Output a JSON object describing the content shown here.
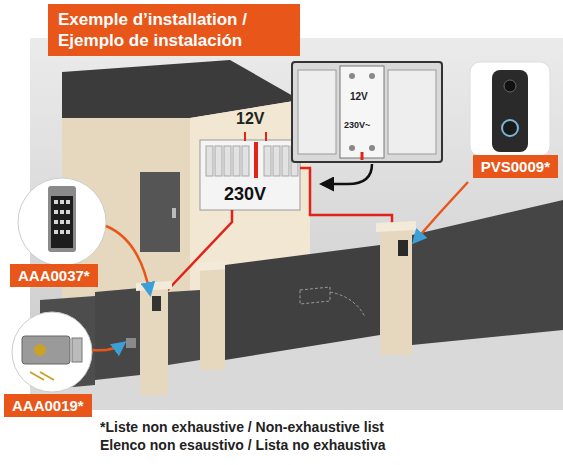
{
  "diagram": {
    "title": "Exemple d’installation / Ejemplo de instalación",
    "caption": "*Liste non exhaustive / Non-exhaustive list Elenco non esaustivo / Lista no exhaustiva",
    "nodes": [
      {
        "text": [
          "PVS0009*"
        ]
      },
      {
        "text": [
          "AAA0037*"
        ]
      },
      {
        "text": [
          "AAA0019*"
        ]
      }
    ],
    "labels": [
      "12V",
      "230V",
      "12V",
      "230V~"
    ]
  }
}
